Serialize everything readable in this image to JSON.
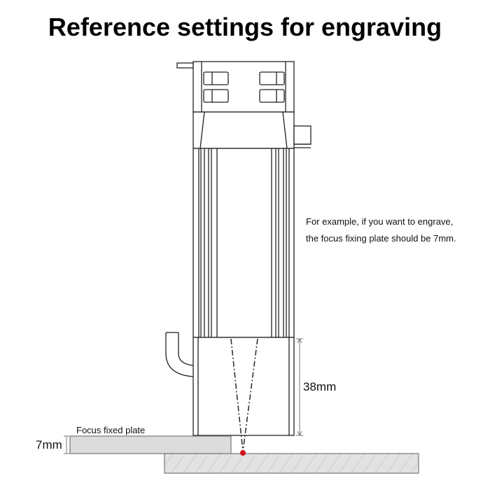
{
  "title": "Reference settings for engraving",
  "note_line1": "For example, if you want to engrave,",
  "note_line2": "the focus fixing plate should be 7mm.",
  "labels": {
    "module_to_focus": "38mm",
    "plate_thickness": "7mm",
    "plate_name": "Focus fixed plate"
  },
  "colors": {
    "focus_point": "#d0141c",
    "plate_fill": "#dcdcdc",
    "base_fill": "#e2e2e2"
  }
}
